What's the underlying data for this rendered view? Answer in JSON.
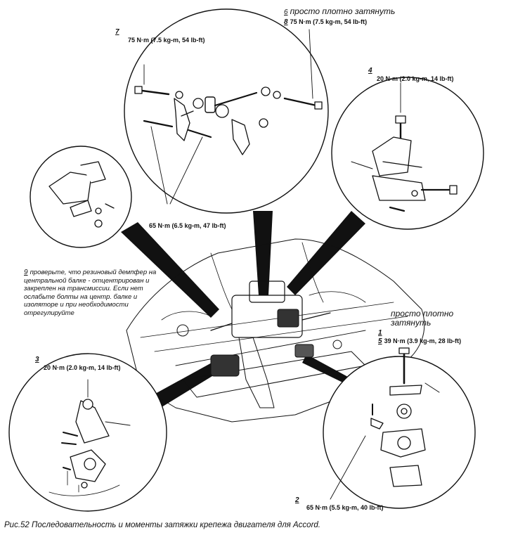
{
  "callouts": {
    "c7": {
      "num": "7",
      "torque": "75 N·m (7.5 kg-m, 54 lb-ft)"
    },
    "c6": {
      "num": "6",
      "note": "просто плотно затянуть"
    },
    "c8": {
      "num": "8",
      "torque": "75 N·m (7.5 kg-m, 54 lb-ft)"
    },
    "c4": {
      "num": "4",
      "torque": "20 N·m (2.0 kg-m, 14 lb-ft)"
    },
    "mid": {
      "torque": "65 N·m (6.5 kg-m, 47 lb-ft)"
    },
    "c9": {
      "num": "9",
      "note": "проверьте, что резиновый демпфер на центральной балке - отцентрирован и закреплен на трансмиссии. Если нет ослабьте болты на центр. балке и изоляторе и при необходимости отрегулируйте"
    },
    "c3": {
      "num": "3",
      "torque": "20 N·m (2.0 kg-m, 14 lb-ft)"
    },
    "c1": {
      "num": "1",
      "note": "просто плотно затянуть"
    },
    "c5": {
      "num": "5",
      "torque": "39 N·m (3.9 kg-m, 28 lb-ft)"
    },
    "c2": {
      "num": "2",
      "torque": "65 N·m (5.5 kg-m, 40 lb-ft)"
    }
  },
  "caption": "Рис.52  Последовательность и моменты затяжки крепежа двигателя для Accord."
}
